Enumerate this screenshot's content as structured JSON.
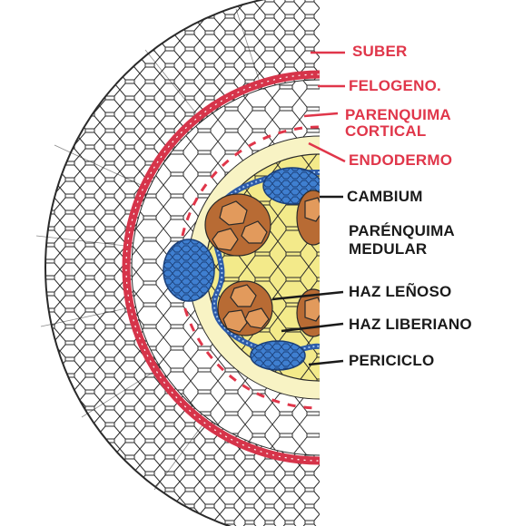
{
  "labels": {
    "suber": "SUBER",
    "felogeno": "FELOGENO.",
    "parenquima_cortical_1": "PARENQUIMA",
    "parenquima_cortical_2": "CORTICAL",
    "endodermo": "ENDODERMO",
    "cambium": "CAMBIUM",
    "parenquima_medular_1": "PARÉNQUIMA",
    "parenquima_medular_2": "MEDULAR",
    "haz_lenoso": "HAZ LEÑOSO",
    "haz_liberiano": "HAZ LIBERIANO",
    "periciclo": "PERICICLO"
  },
  "colors": {
    "label_red": "#e0364a",
    "label_black": "#1a1a1a",
    "cell_outline": "#2a2a2a",
    "felogeno_ring": "#d6344a",
    "medulla_yellow": "#f3ea8a",
    "phloem_blue": "#3f7fd0",
    "xylem_orange": "#d9854a"
  }
}
